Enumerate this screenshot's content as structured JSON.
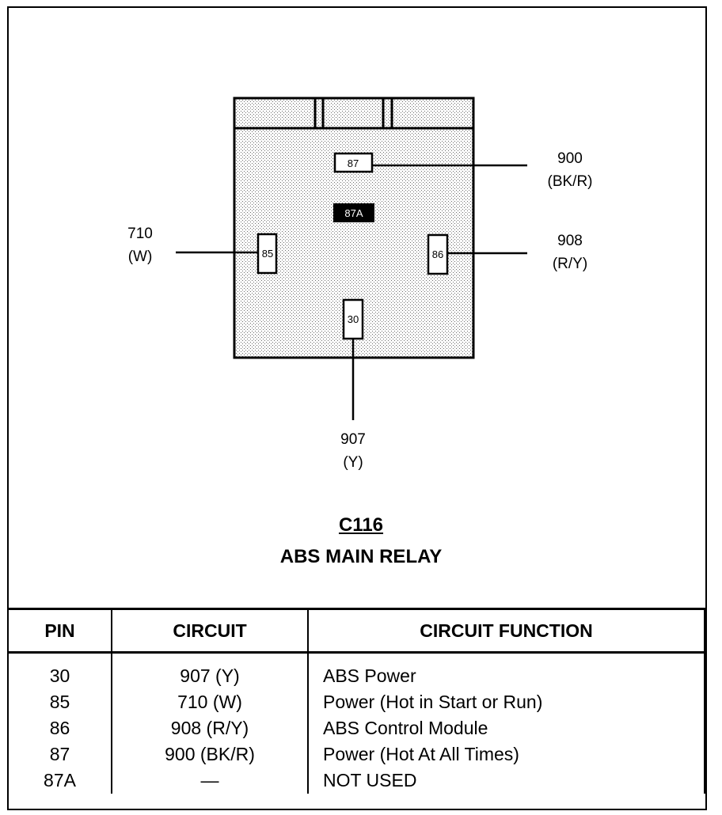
{
  "diagram": {
    "cavity_labels": {
      "p87": "87",
      "p87a": "87A",
      "p85": "85",
      "p86": "86",
      "p30": "30"
    },
    "wires": {
      "w900": {
        "circuit": "900",
        "color": "(BK/R)"
      },
      "w908": {
        "circuit": "908",
        "color": "(R/Y)"
      },
      "w710": {
        "circuit": "710",
        "color": "(W)"
      },
      "w907": {
        "circuit": "907",
        "color": "(Y)"
      }
    },
    "connector_id": "C116",
    "connector_name": "ABS MAIN RELAY"
  },
  "table": {
    "headers": {
      "pin": "PIN",
      "circuit": "CIRCUIT",
      "function": "CIRCUIT FUNCTION"
    },
    "rows": [
      {
        "pin": "30",
        "circuit": "907 (Y)",
        "function": "ABS Power"
      },
      {
        "pin": "85",
        "circuit": "710 (W)",
        "function": "Power (Hot in Start or Run)"
      },
      {
        "pin": "86",
        "circuit": "908 (R/Y)",
        "function": "ABS Control Module"
      },
      {
        "pin": "87",
        "circuit": "900 (BK/R)",
        "function": "Power (Hot At All Times)"
      },
      {
        "pin": "87A",
        "circuit": "—",
        "function": "NOT USED"
      }
    ]
  }
}
